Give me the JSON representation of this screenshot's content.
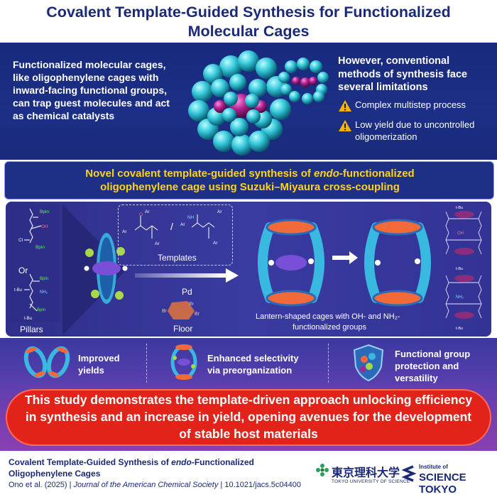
{
  "header": {
    "title": "Covalent Template-Guided Synthesis for Functionalized Molecular Cages"
  },
  "intro": {
    "left_text": "Functionalized molecular cages, like oligophenylene cages with inward-facing functional groups, can trap guest molecules and act as chemical catalysts",
    "right_heading": "However, conventional methods of synthesis face several limitations",
    "limitations": [
      "Complex multistep process",
      "Low yield due to uncontrolled oligomerization"
    ]
  },
  "banner": {
    "line1_before": "Novel covalent template-guided synthesis of ",
    "line1_italic": "endo",
    "line1_after": "-functionalized",
    "line2": "oligophenylene cage using Suzuki–Miyaura cross-coupling"
  },
  "scheme": {
    "or_label": "Or",
    "pillars_label": "Pillars",
    "templates_label": "Templates",
    "pd_label": "Pd",
    "floor_label": "Floor",
    "lantern_caption_line1": "Lantern-shaped cages with OH- and NH₂-",
    "lantern_caption_line2": "functionalized groups",
    "chem_labels": {
      "bpin": "Bpin",
      "oh": "OH",
      "cl": "Cl",
      "nh2": "NH₂",
      "tbu": "t-Bu",
      "br": "Br",
      "ar": "Ar",
      "o": "O",
      "nh": "NH",
      "slash": "/"
    }
  },
  "features": [
    {
      "label": "Improved yields"
    },
    {
      "label": "Enhanced selectivity via preorganization"
    },
    {
      "label": "Functional group protection and versatility"
    }
  ],
  "conclusion": {
    "text": "This study demonstrates the template-driven approach unlocking efficiency in synthesis and an increase in yield, opening avenues for the development of stable host materials"
  },
  "footer": {
    "citation_title_before": "Covalent Template-Guided Synthesis of ",
    "citation_title_italic": "endo",
    "citation_title_after": "-Functionalized Oligophenylene Cages",
    "citation_authors": "Ono et al. (2025)",
    "citation_sep1": " | ",
    "citation_journal": "Journal of the American Chemical Society",
    "citation_sep2": " | ",
    "citation_doi": "10.1021/jacs.5c04400",
    "tus_name": "東京理科大学",
    "tus_english": "TOKYO UNIVERSITY OF SCIENCE",
    "ist_small": "Institute of",
    "ist_big": "SCIENCE TOKYO"
  },
  "colors": {
    "navy": "#1a2a78",
    "banner_yellow": "#ffd21e",
    "conclusion_red": "#e2231a",
    "cage_cyan": "#36c8dc",
    "cage_magenta": "#b0208e",
    "warning_yellow": "#f7b500",
    "cage_orange": "#f26a3a",
    "cage_purple": "#7a4fd8"
  }
}
